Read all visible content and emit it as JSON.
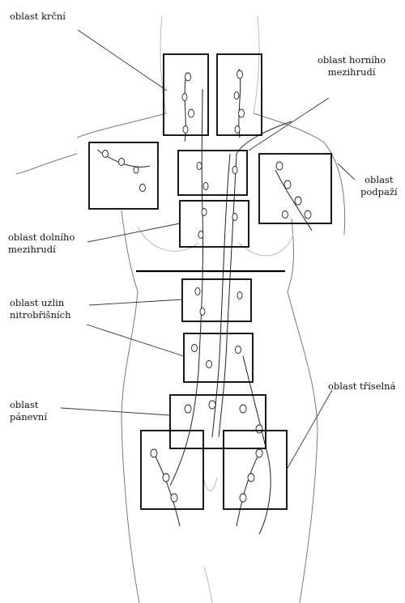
{
  "labels": {
    "cervical": [
      "oblast krční"
    ],
    "upper_mediastinal": [
      "oblast horního",
      "mezihrudí"
    ],
    "axillary": [
      "oblast",
      "podpaží"
    ],
    "lower_mediastinal": [
      "oblast dolního",
      "mezihrudí"
    ],
    "intra_abdominal": [
      "oblast uzlin",
      "nitrobřišních"
    ],
    "pelvic": [
      "oblast",
      "pánevní"
    ],
    "inguinal": [
      "oblast tříselná"
    ]
  }
}
